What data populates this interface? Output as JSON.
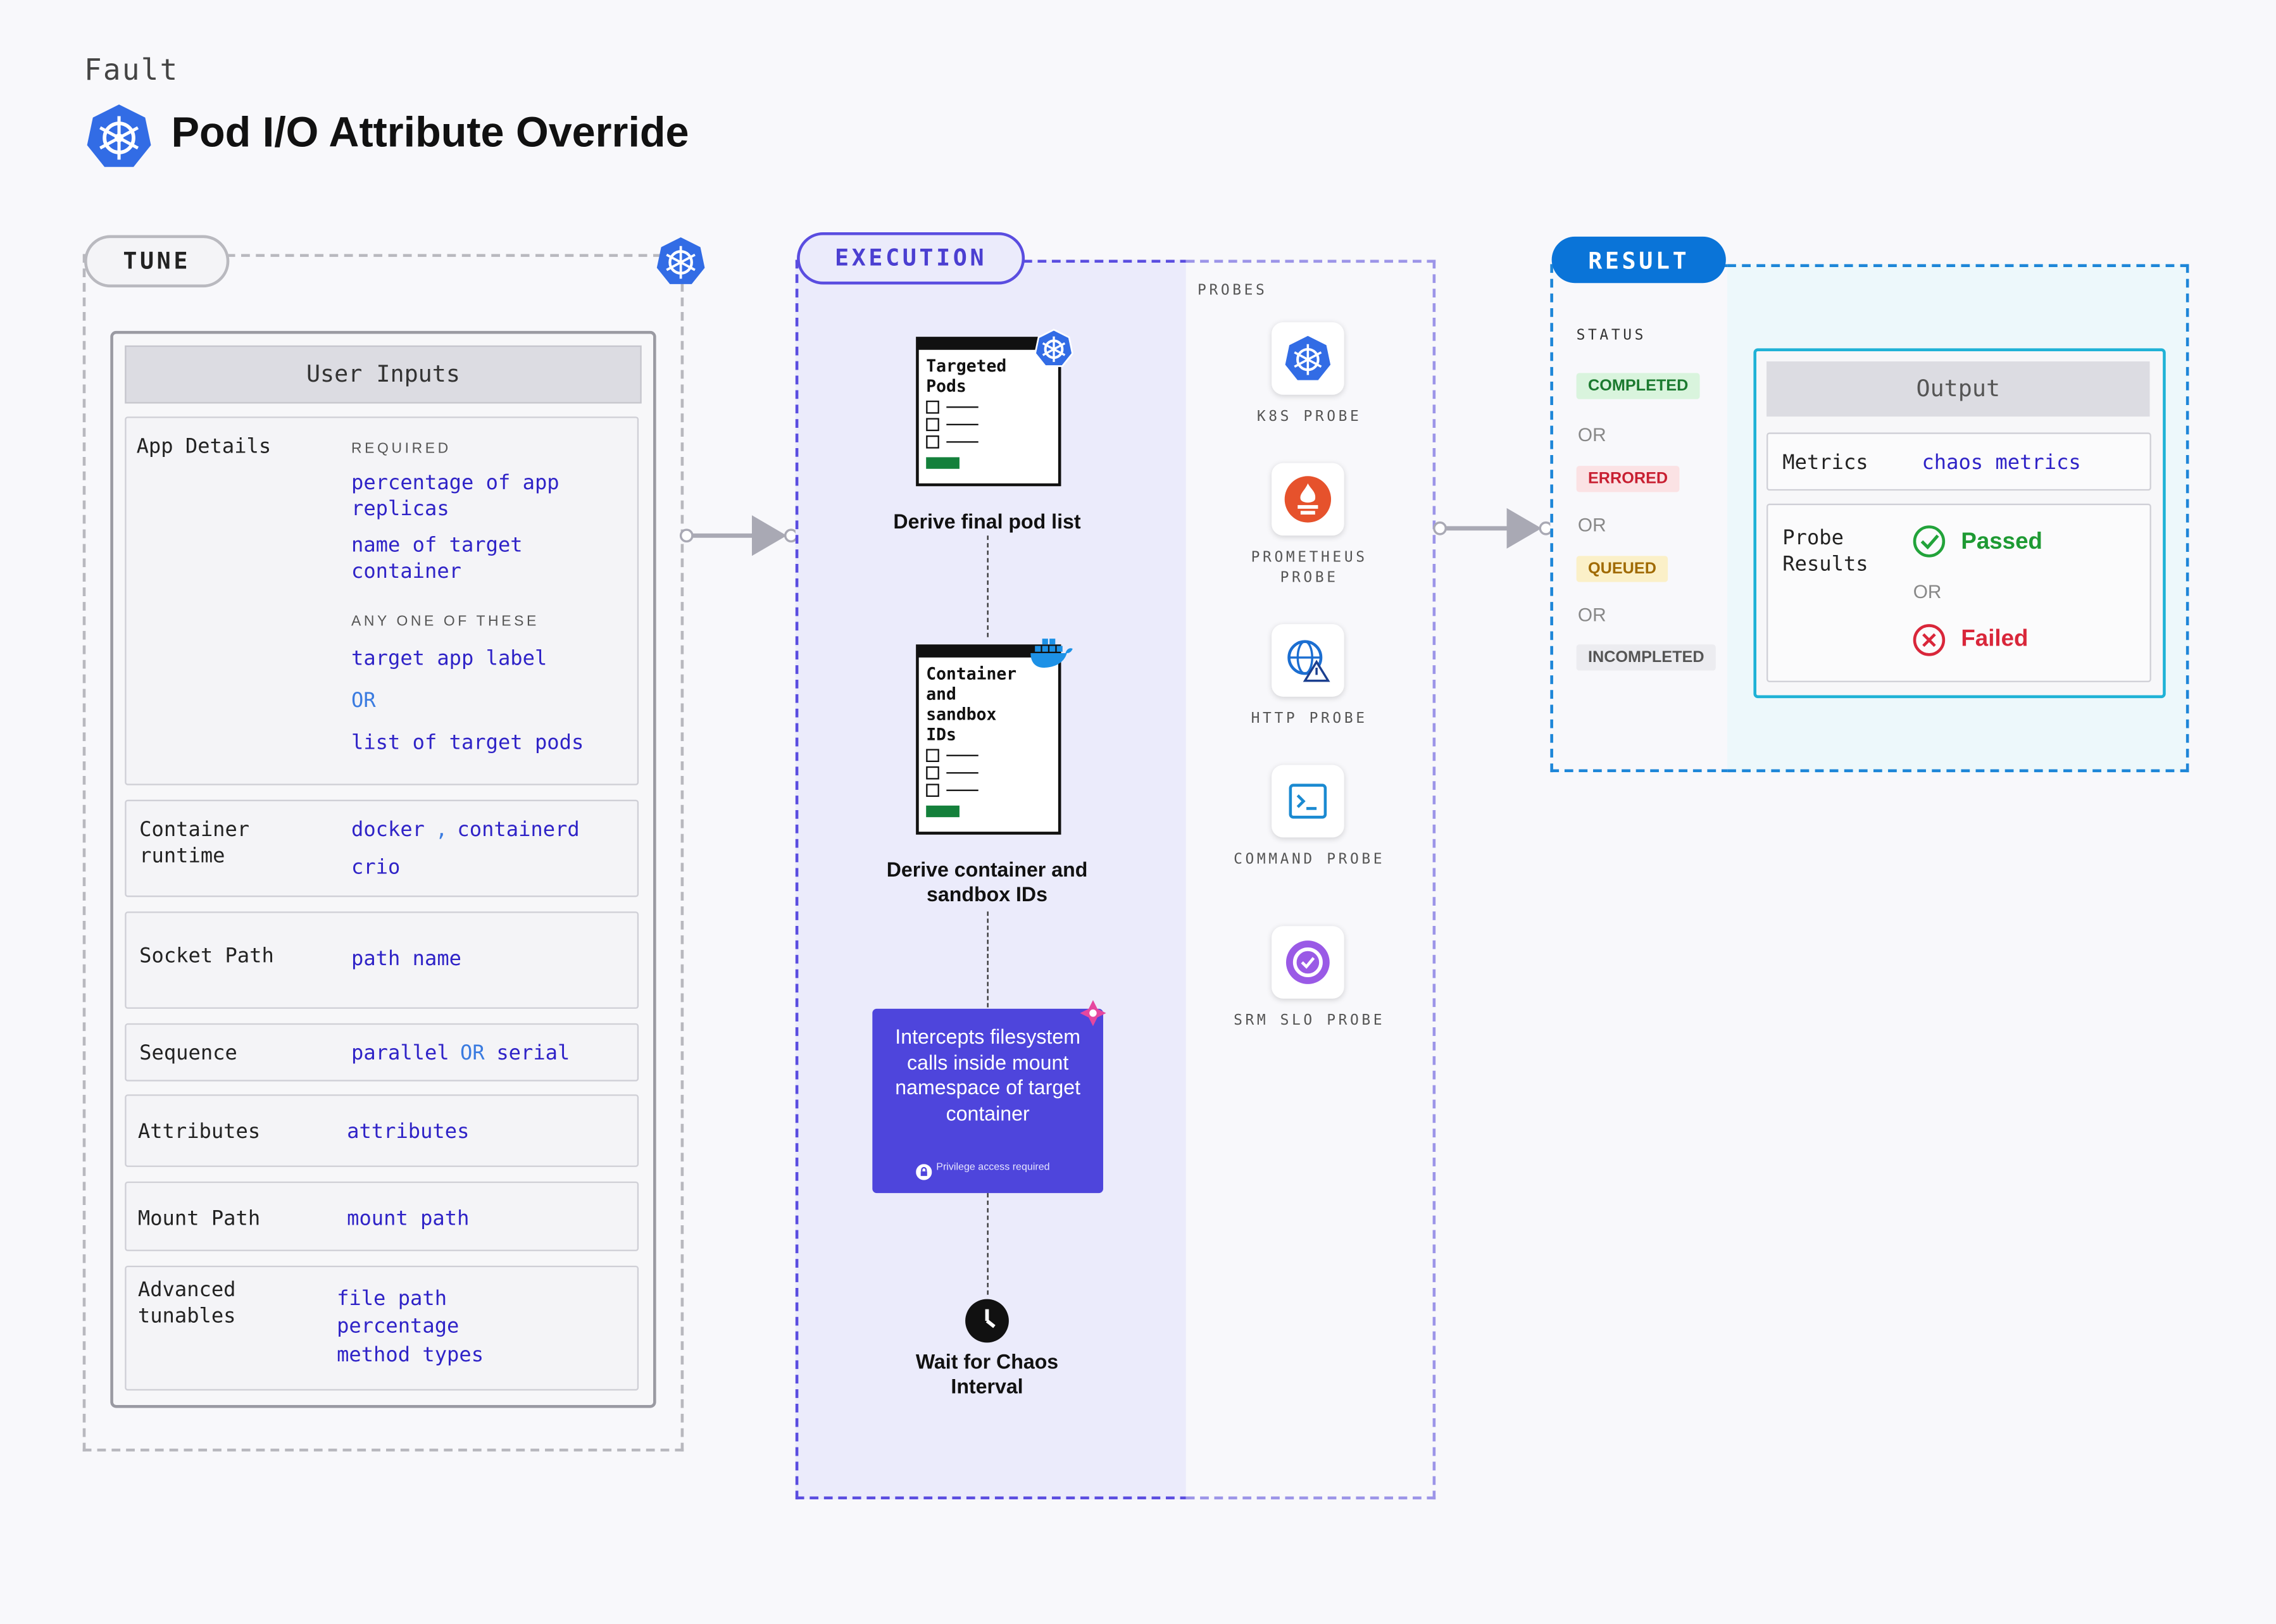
{
  "header": {
    "fault_label": "Fault",
    "title": "Pod I/O Attribute Override"
  },
  "tune": {
    "pill": "TUNE",
    "card_title": "User Inputs",
    "app_details": {
      "label": "App Details",
      "required_head": "REQUIRED",
      "required_1": "percentage of app replicas",
      "required_2": "name of target container",
      "any_head": "ANY ONE OF THESE",
      "any_1": "target app label",
      "or": "OR",
      "any_2": "list of target pods"
    },
    "container_runtime": {
      "label": "Container runtime",
      "value_1": "docker",
      "sep": ",",
      "value_2": "containerd",
      "value_3": "crio"
    },
    "socket_path": {
      "label": "Socket Path",
      "value": "path name"
    },
    "sequence": {
      "label": "Sequence",
      "value_1": "parallel",
      "or": "OR",
      "value_2": "serial"
    },
    "attributes": {
      "label": "Attributes",
      "value": "attributes"
    },
    "mount_path": {
      "label": "Mount Path",
      "value": "mount path"
    },
    "advanced": {
      "label": "Advanced tunables",
      "value_1": "file path",
      "value_2": "percentage",
      "value_3": "method types"
    }
  },
  "execution": {
    "pill": "EXECUTION",
    "step1": {
      "doc_text": "Targeted Pods",
      "caption": "Derive final pod list"
    },
    "step2": {
      "doc_text": "Container and sandbox IDs",
      "caption": "Derive container and sandbox IDs"
    },
    "step3": {
      "text": "Intercepts filesystem calls inside mount namespace of target container",
      "note": "Privilege access required"
    },
    "step4": {
      "caption": "Wait for Chaos Interval"
    }
  },
  "probes": {
    "head": "PROBES",
    "items": [
      {
        "label": "K8S PROBE",
        "icon": "kubernetes-icon"
      },
      {
        "label": "PROMETHEUS PROBE",
        "icon": "prometheus-icon"
      },
      {
        "label": "HTTP PROBE",
        "icon": "globe-warning-icon"
      },
      {
        "label": "COMMAND PROBE",
        "icon": "terminal-icon"
      },
      {
        "label": "SRM SLO PROBE",
        "icon": "slo-icon"
      }
    ]
  },
  "result": {
    "pill": "RESULT",
    "status_head": "STATUS",
    "statuses": [
      "COMPLETED",
      "ERRORED",
      "QUEUED",
      "INCOMPLETED"
    ],
    "or": "OR",
    "output_title": "Output",
    "metrics_label": "Metrics",
    "metrics_value": "chaos metrics",
    "probe_results_label": "Probe Results",
    "passed": "Passed",
    "failed": "Failed"
  },
  "colors": {
    "accent_purple": "#4b3fd1",
    "result_blue": "#0a74d8",
    "passed_green": "#22a33a",
    "failed_red": "#d9263a",
    "k8s_blue": "#326ce5"
  }
}
